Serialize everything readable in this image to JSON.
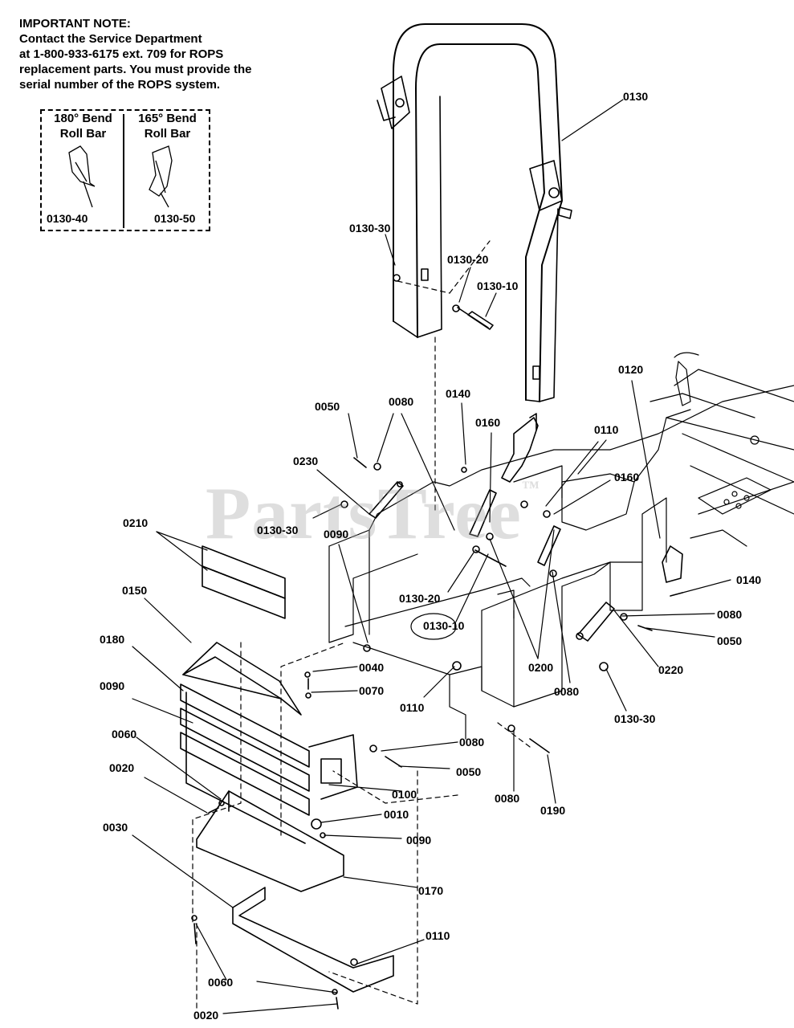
{
  "note": {
    "lines": [
      "IMPORTANT NOTE:",
      "Contact the Service Department",
      "at 1-800-933-6175 ext. 709 for ROPS",
      "replacement parts. You must provide the",
      "serial number of the ROPS system."
    ]
  },
  "bend_box": {
    "left_title": [
      "180° Bend",
      "Roll Bar"
    ],
    "left_part": "0130-40",
    "right_title": [
      "165° Bend",
      "Roll Bar"
    ],
    "right_part": "0130-50"
  },
  "watermark": {
    "text": "PartsTree",
    "tm": "™"
  },
  "callouts": {
    "c0130": "0130",
    "c0130_30_top": "0130-30",
    "c0130_20_top": "0130-20",
    "c0130_10_top": "0130-10",
    "c0120": "0120",
    "c0050_a": "0050",
    "c0080_a": "0080",
    "c0140_a": "0140",
    "c0160_a": "0160",
    "c0110_a": "0110",
    "c0230": "0230",
    "c0160_b": "0160",
    "c0130_30_mid": "0130-30",
    "c0090_a": "0090",
    "c0210": "0210",
    "c0150": "0150",
    "c0140_b": "0140",
    "c0130_20_mid": "0130-20",
    "c0080_b": "0080",
    "c0130_10_mid": "0130-10",
    "c0050_b": "0050",
    "c0180": "0180",
    "c0040": "0040",
    "c0200": "0200",
    "c0220": "0220",
    "c0090_b": "0090",
    "c0070": "0070",
    "c0110_b": "0110",
    "c0080_c": "0080",
    "c0130_30_low": "0130-30",
    "c0060_a": "0060",
    "c0080_d": "0080",
    "c0020_a": "0020",
    "c0050_c": "0050",
    "c0100": "0100",
    "c0080_e": "0080",
    "c0190": "0190",
    "c0010": "0010",
    "c0090_c": "0090",
    "c0030": "0030",
    "c0170": "0170",
    "c0110_c": "0110",
    "c0060_b": "0060",
    "c0020_b": "0020"
  }
}
